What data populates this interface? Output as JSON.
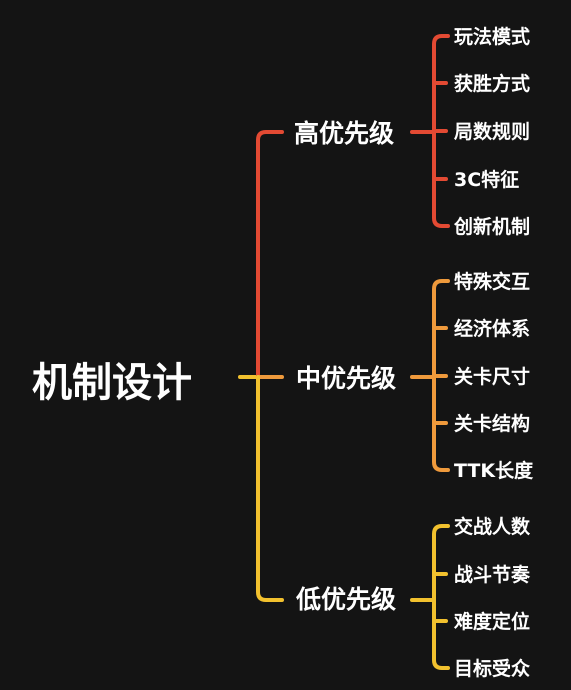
{
  "root": {
    "label": "机制设计"
  },
  "branches": [
    {
      "label": "高优先级",
      "color": "#e34a33",
      "children": [
        "玩法模式",
        "获胜方式",
        "局数规则",
        "3C特征",
        "创新机制"
      ]
    },
    {
      "label": "中优先级",
      "color": "#ef9a3c",
      "children": [
        "特殊交互",
        "经济体系",
        "关卡尺寸",
        "关卡结构",
        "TTK长度"
      ]
    },
    {
      "label": "低优先级",
      "color": "#f2c12e",
      "children": [
        "交战人数",
        "战斗节奏",
        "难度定位",
        "目标受众"
      ]
    }
  ]
}
